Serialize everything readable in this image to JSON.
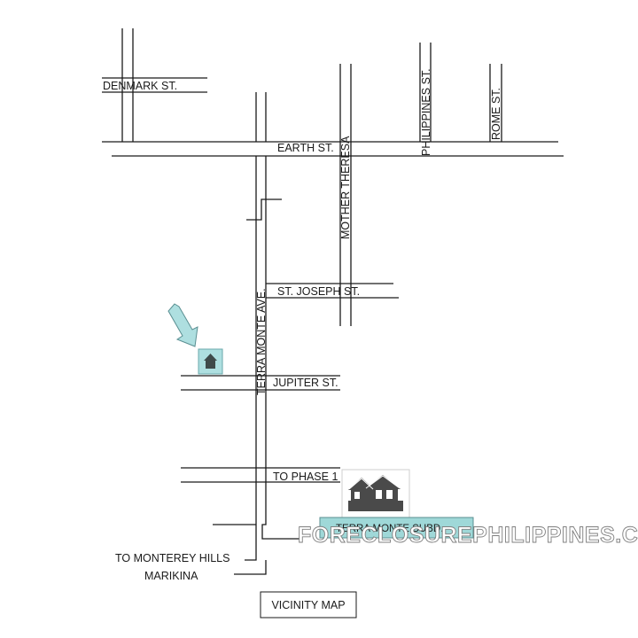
{
  "streets": {
    "denmark": "DENMARK ST.",
    "earth": "EARTH ST.",
    "mother_theresa": "MOTHER THERESA",
    "philippines": "PHILIPPINES ST.",
    "rome": "ROME ST.",
    "terra_monte_ave": "TERRA MONTE AVE.",
    "st_joseph": "ST. JOSEPH ST.",
    "jupiter": "JUPITER ST.",
    "to_phase_1": "TO PHASE 1"
  },
  "directions": {
    "monterey_line1": "TO MONTEREY HILLS",
    "monterey_line2": "MARIKINA"
  },
  "landmarks": {
    "subdivision": "TERRA MONTE SUBD.",
    "target_icon": "house-icon",
    "pointer_icon": "arrow-pointer-icon"
  },
  "title": "VICINITY MAP",
  "watermark": "FORECLOSUREPHILIPPINES.COM",
  "colors": {
    "road": "#1a1a1a",
    "marker_fill": "#aedfe0",
    "subd_label_fill": "#9fd8d8",
    "icon_dark": "#4a4a4a"
  }
}
